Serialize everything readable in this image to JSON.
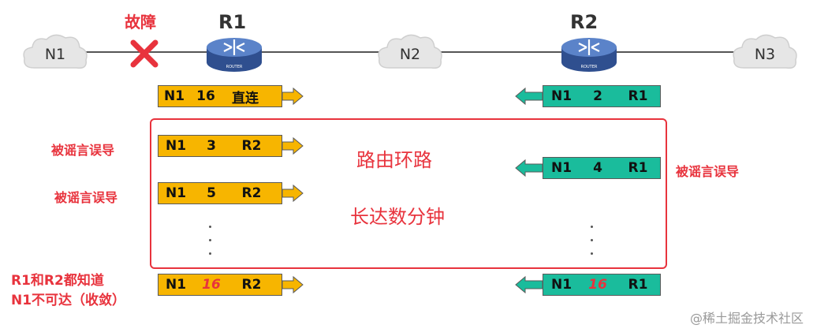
{
  "fault_label": "故障",
  "networks": {
    "n1": "N1",
    "n2": "N2",
    "n3": "N3"
  },
  "routers": {
    "r1": "R1",
    "r2": "R2",
    "router_badge": "ROUTER"
  },
  "r1_initial": {
    "net": "N1",
    "metric": "16",
    "via": "直连"
  },
  "r2_initial": {
    "net": "N1",
    "metric": "2",
    "via": "R1"
  },
  "r1_loop1": {
    "net": "N1",
    "metric": "3",
    "via": "R2"
  },
  "r1_loop2": {
    "net": "N1",
    "metric": "5",
    "via": "R2"
  },
  "r2_loop1": {
    "net": "N1",
    "metric": "4",
    "via": "R1"
  },
  "r1_final": {
    "net": "N1",
    "metric": "16",
    "via": "R2"
  },
  "r2_final": {
    "net": "N1",
    "metric": "16",
    "via": "R1"
  },
  "labels": {
    "misled": "被谣言误导",
    "routing_loop": "路由环路",
    "lasts_minutes": "长达数分钟",
    "converge_line1": "R1和R2都知道",
    "converge_line2": "N1不可达（收敛）"
  },
  "watermark": "@稀土掘金技术社区",
  "colors": {
    "orange": "#f7b500",
    "teal": "#1abc9c",
    "red": "#e8333d",
    "router_blue": "#4a6fb5"
  }
}
